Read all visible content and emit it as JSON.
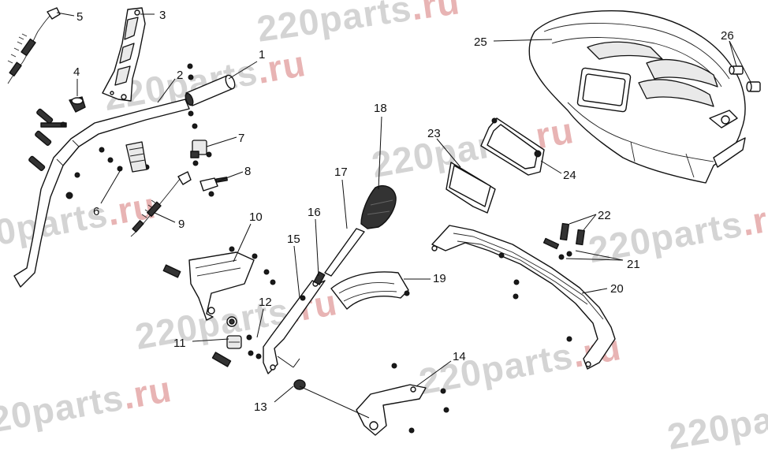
{
  "watermark": {
    "text_main": "220parts",
    "text_dot": ".ru"
  },
  "callouts": [
    "1",
    "2",
    "3",
    "4",
    "5",
    "6",
    "7",
    "8",
    "9",
    "10",
    "11",
    "12",
    "13",
    "14",
    "15",
    "16",
    "17",
    "18",
    "19",
    "20",
    "21",
    "22",
    "23",
    "24",
    "25",
    "26"
  ]
}
